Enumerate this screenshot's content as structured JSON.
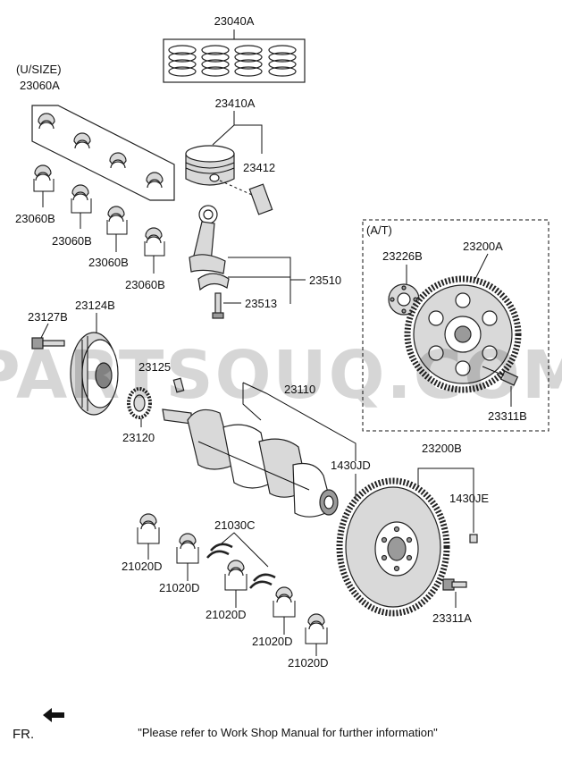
{
  "labels": {
    "p23040A": "23040A",
    "usize": "(U/SIZE)",
    "p23060A": "23060A",
    "p23410A": "23410A",
    "p23412": "23412",
    "p23060B_1": "23060B",
    "p23060B_2": "23060B",
    "p23060B_3": "23060B",
    "p23060B_4": "23060B",
    "p23510": "23510",
    "p23513": "23513",
    "at": "(A/T)",
    "p23226B": "23226B",
    "p23200A": "23200A",
    "p23311B": "23311B",
    "p23127B": "23127B",
    "p23124B": "23124B",
    "p23125": "23125",
    "p23110": "23110",
    "p23120": "23120",
    "p1430JD": "1430JD",
    "p23200B": "23200B",
    "p1430JE": "1430JE",
    "p21030C": "21030C",
    "p21020D_1": "21020D",
    "p21020D_2": "21020D",
    "p21020D_3": "21020D",
    "p21020D_4": "21020D",
    "p21020D_5": "21020D",
    "p23311A": "23311A"
  },
  "watermark": "PARTSOUQ.COM",
  "footer": {
    "fr": "FR.",
    "note": "\"Please refer to Work Shop Manual for further information\""
  }
}
